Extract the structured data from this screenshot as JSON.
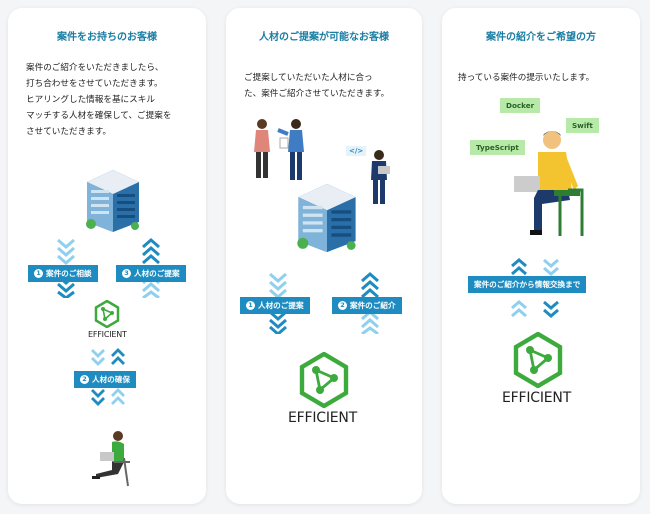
{
  "cards": [
    {
      "title": "案件をお持ちのお客様",
      "description": [
        "案件のご紹介をいただきましたら、",
        "打ち合わせをさせていただきます。",
        "ヒアリングした情報を基にスキル",
        "マッチする人材を確保して、ご提案を",
        "させていただきます。"
      ],
      "steps": [
        {
          "num": "1",
          "label": "案件のご相談"
        },
        {
          "num": "3",
          "label": "人材のご提案"
        },
        {
          "num": "2",
          "label": "人材の確保"
        }
      ],
      "logo_text": "EFFICIENT"
    },
    {
      "title": "人材のご提案が可能なお客様",
      "description": [
        "ご提案していただいた人材に合っ",
        "た、案件ご紹介させていただきます。"
      ],
      "steps": [
        {
          "num": "1",
          "label": "人材のご提案"
        },
        {
          "num": "2",
          "label": "案件のご紹介"
        }
      ],
      "code_icon": "</>",
      "logo_text": "EFFICIENT"
    },
    {
      "title": "案件の紹介をご希望の方",
      "description": [
        "持っている案件の提示いたします。"
      ],
      "bubbles": [
        "Docker",
        "Swift",
        "TypeScript"
      ],
      "steps": [
        {
          "label": "案件のご紹介から情報交換まで"
        }
      ],
      "logo_text": "EFFICIENT"
    }
  ],
  "colors": {
    "accent": "#1e8cc0",
    "title": "#1b7ea3",
    "logo_green": "#3caa3c",
    "arrow_light": "#8fd0ee"
  }
}
